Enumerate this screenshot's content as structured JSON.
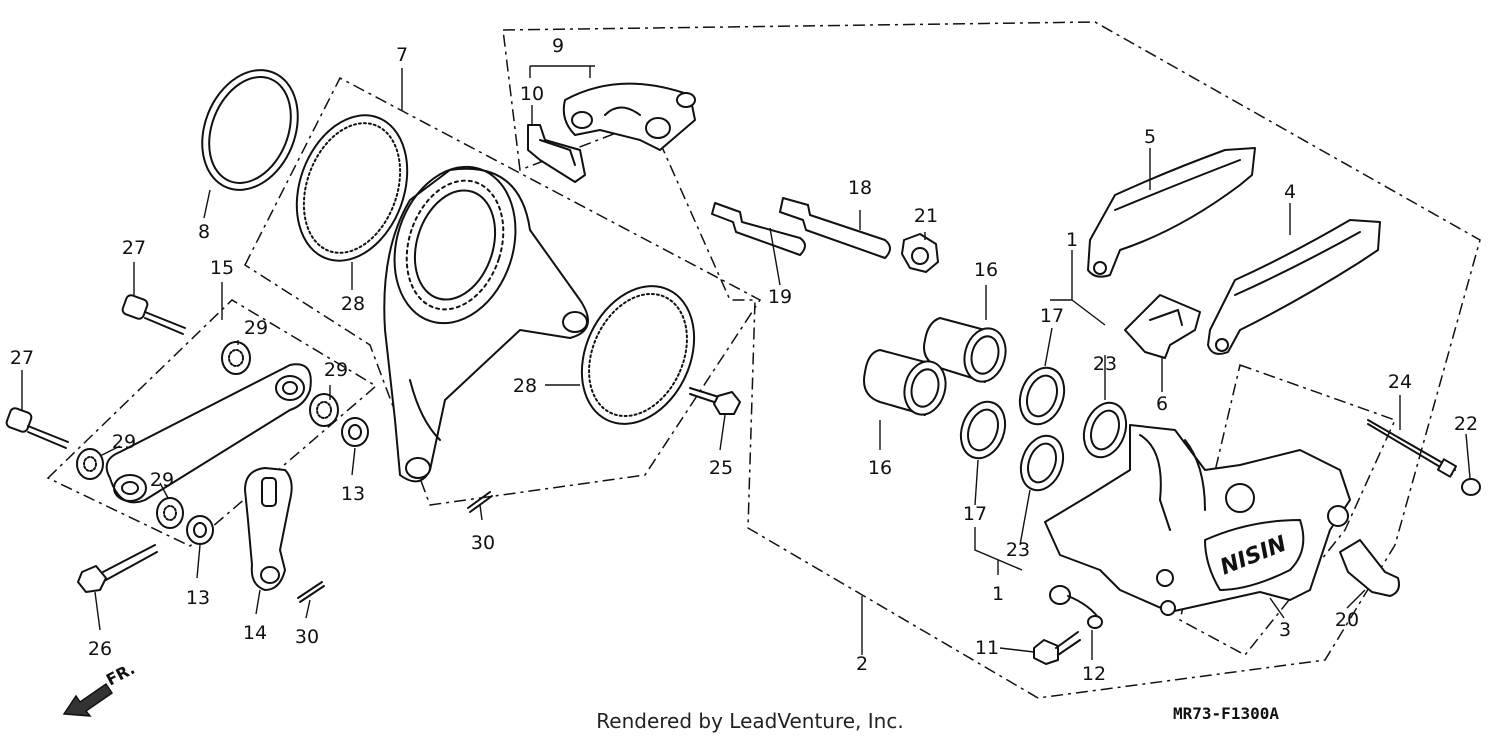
{
  "labels": {
    "l1a": "1",
    "l1b": "1",
    "l2": "2",
    "l3": "3",
    "l4": "4",
    "l5": "5",
    "l6": "6",
    "l7": "7",
    "l8": "8",
    "l9": "9",
    "l10": "10",
    "l11": "11",
    "l12": "12",
    "l13a": "13",
    "l13b": "13",
    "l14": "14",
    "l15": "15",
    "l16a": "16",
    "l16b": "16",
    "l17a": "17",
    "l17b": "17",
    "l18": "18",
    "l19": "19",
    "l20": "20",
    "l21": "21",
    "l22": "22",
    "l23a": "23",
    "l23b": "23",
    "l24": "24",
    "l25": "25",
    "l26": "26",
    "l27a": "27",
    "l27b": "27",
    "l28a": "28",
    "l28b": "28",
    "l29a": "29",
    "l29b": "29",
    "l29c": "29",
    "l29d": "29",
    "l30a": "30",
    "l30b": "30"
  },
  "footer": {
    "credit": "Rendered by LeadVenture, Inc.",
    "code": "MR73-F1300A",
    "direction": "FR."
  },
  "caliper_brand": "NISIN"
}
